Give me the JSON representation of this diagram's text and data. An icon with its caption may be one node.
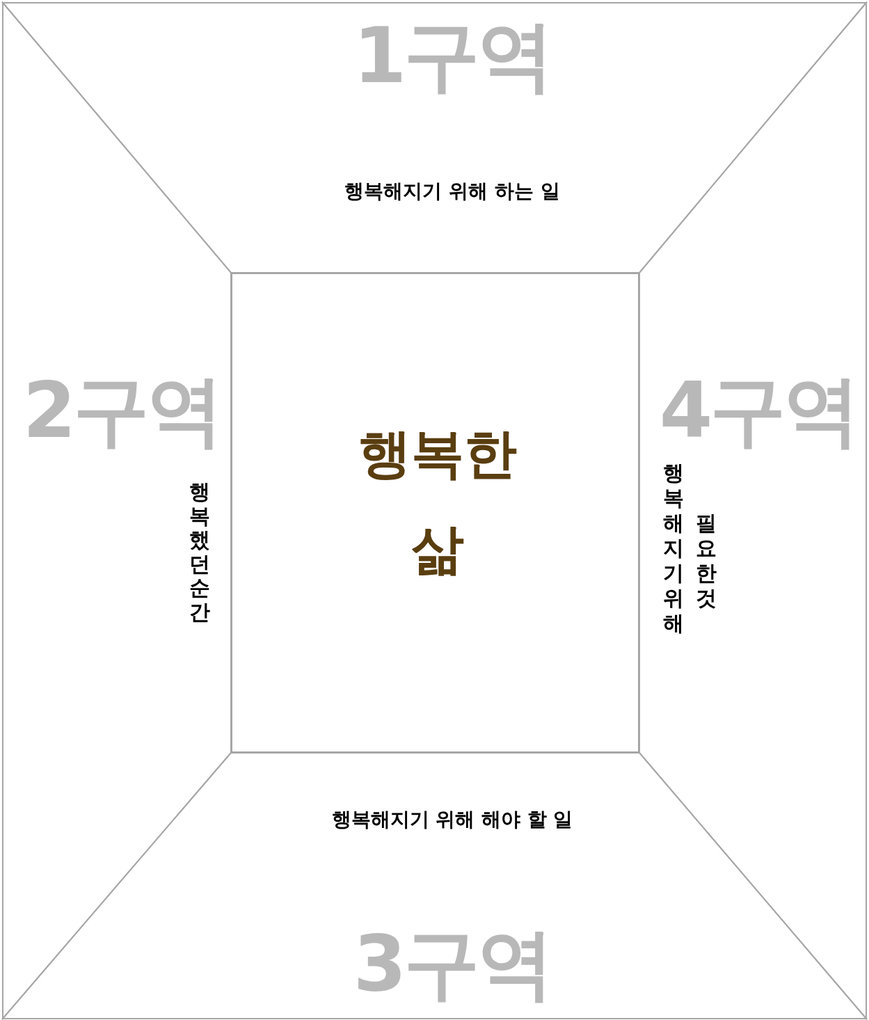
{
  "diagram": {
    "nodes": [
      {
        "text": [
          "1구역",
          "행복해지기 위해 하는 일"
        ]
      },
      {
        "text": [
          "2구역",
          "행복했던 순간"
        ]
      },
      {
        "text": [
          "행복한 삶"
        ]
      },
      {
        "text": [
          "4구역",
          "행복해지기 위해 필요한 것"
        ]
      },
      {
        "text": [
          "행복해지기 위해 해야 할 일",
          "3구역"
        ]
      }
    ]
  }
}
